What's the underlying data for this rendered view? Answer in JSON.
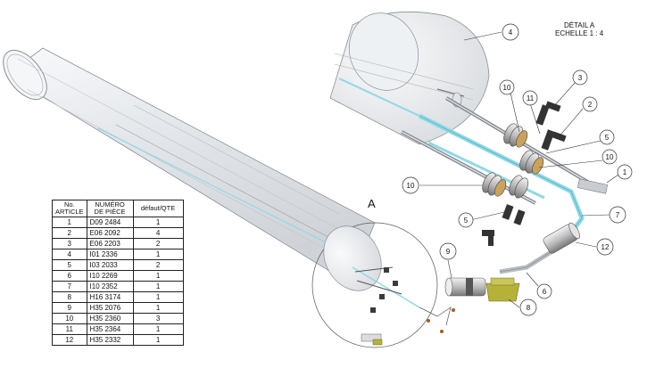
{
  "detail": {
    "title_line1": "DÉTAIL A",
    "title_line2": "ECHELLE 1 : 4",
    "view_letter": "A"
  },
  "bom": {
    "headers": [
      "No. ARTICLE",
      "NUMÉRO DE PIÈCE",
      "défaut/QTE"
    ],
    "rows": [
      {
        "no": "1",
        "part": "D09 2484",
        "qty": "1"
      },
      {
        "no": "2",
        "part": "E06 2092",
        "qty": "4"
      },
      {
        "no": "3",
        "part": "E06 2203",
        "qty": "2"
      },
      {
        "no": "4",
        "part": "I01 2336",
        "qty": "1"
      },
      {
        "no": "5",
        "part": "I03 2033",
        "qty": "2"
      },
      {
        "no": "6",
        "part": "I10 2269",
        "qty": "1"
      },
      {
        "no": "7",
        "part": "I10 2352",
        "qty": "1"
      },
      {
        "no": "8",
        "part": "H16 3174",
        "qty": "1"
      },
      {
        "no": "9",
        "part": "H35 2076",
        "qty": "1"
      },
      {
        "no": "10",
        "part": "H35 2360",
        "qty": "3"
      },
      {
        "no": "11",
        "part": "H35 2364",
        "qty": "1"
      },
      {
        "no": "12",
        "part": "H35 2332",
        "qty": "1"
      }
    ]
  },
  "balloons": [
    "4",
    "3",
    "10",
    "11",
    "2",
    "5",
    "10",
    "1",
    "10",
    "5",
    "7",
    "12",
    "9",
    "6",
    "8"
  ],
  "colors": {
    "tube_outline": "#8a8f96",
    "tube_fill": "#e9ecf0",
    "tube_highlight": "#f7f9fb",
    "cyan_line": "#8fd9e6",
    "part_dark": "#3b3b3b",
    "part_grey": "#9aa0a6",
    "olive": "#b5b23a"
  }
}
